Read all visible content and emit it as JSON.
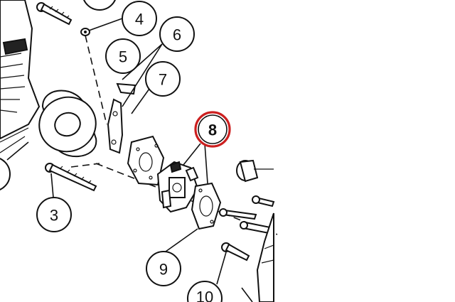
{
  "diagram": {
    "callouts": [
      {
        "id": "4",
        "label": "4"
      },
      {
        "id": "5",
        "label": "5"
      },
      {
        "id": "6",
        "label": "6"
      },
      {
        "id": "7",
        "label": "7"
      },
      {
        "id": "8",
        "label": "8",
        "highlighted": true
      },
      {
        "id": "3",
        "label": "3"
      },
      {
        "id": "9",
        "label": "9"
      },
      {
        "id": "10",
        "label": "10"
      }
    ],
    "colors": {
      "line": "#111111",
      "highlight": "#cc1f1f",
      "background": "#ffffff"
    }
  }
}
